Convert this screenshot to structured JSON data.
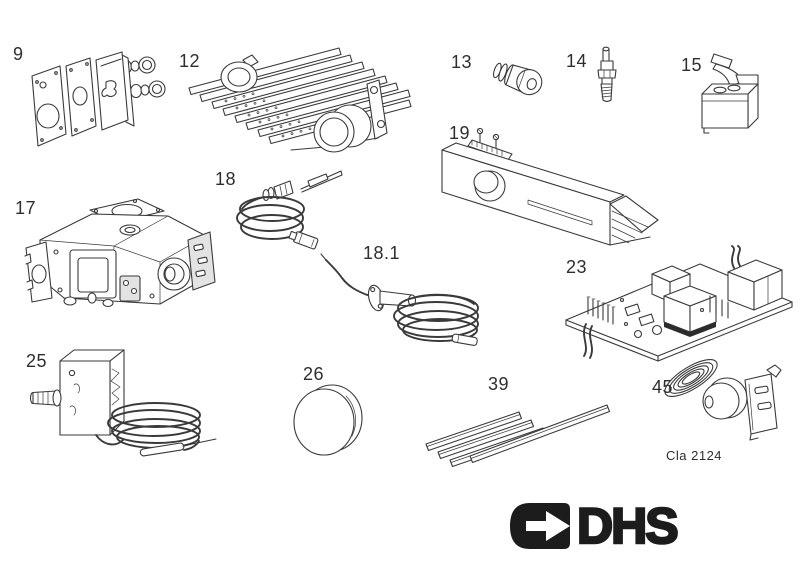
{
  "diagram": {
    "code": "Cla 2124",
    "brand": "DHS",
    "line_color": "#3a3a3a",
    "background": "#ffffff"
  },
  "parts": {
    "p9": {
      "label": "9",
      "name": "gasket-plate-set"
    },
    "p12": {
      "label": "12",
      "name": "burner-assembly"
    },
    "p13": {
      "label": "13",
      "name": "injector-nozzle"
    },
    "p14": {
      "label": "14",
      "name": "electrode"
    },
    "p15": {
      "label": "15",
      "name": "piezo-igniter"
    },
    "p17": {
      "label": "17",
      "name": "gas-control-valve"
    },
    "p18": {
      "label": "18",
      "name": "thermocouple"
    },
    "p18_1": {
      "label": "18.1",
      "name": "ignition-electrode-with-lead"
    },
    "p19": {
      "label": "19",
      "name": "control-panel"
    },
    "p23": {
      "label": "23",
      "name": "control-pcb"
    },
    "p25": {
      "label": "25",
      "name": "capillary-thermostat"
    },
    "p26": {
      "label": "26",
      "name": "cover-cap"
    },
    "p39": {
      "label": "39",
      "name": "sealing-strips"
    },
    "p45": {
      "label": "45",
      "name": "fan-wheel-assembly"
    }
  }
}
